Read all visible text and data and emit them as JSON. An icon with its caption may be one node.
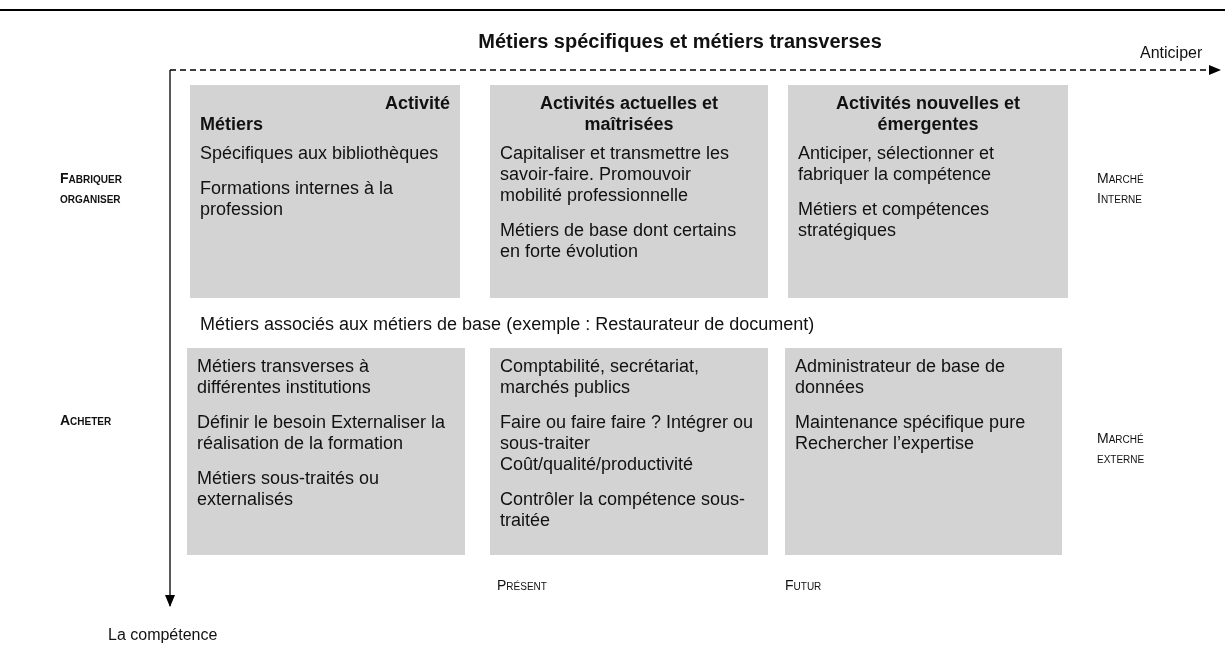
{
  "diagram": {
    "title": "Métiers spécifiques et métiers transverses",
    "nodes": [
      {
        "text": [
          "Activité",
          "Métiers",
          "Spécifiques aux bibliothèques",
          "Formations internes à la profession"
        ]
      },
      {
        "text": [
          "Activités actuelles et maîtrisées",
          "Capitaliser et transmettre les savoir-faire. Promouvoir mobilité professionnelle",
          "Métiers de base dont certains en forte évolution"
        ]
      },
      {
        "text": [
          "Activités nouvelles et émergentes",
          "Anticiper, sélectionner et fabriquer la compétence",
          "Métiers et compétences stratégiques"
        ]
      },
      {
        "text": [
          "Métiers transverses à différentes institutions",
          "Définir le besoin Externaliser la réalisation de la formation",
          "Métiers sous-traités ou externalisés"
        ]
      },
      {
        "text": [
          "Comptabilité, secrétariat, marchés publics",
          "Faire ou faire faire ? Intégrer ou sous-traiter Coût/qualité/productivité",
          "Contrôler la compétence sous-traitée"
        ]
      },
      {
        "text": [
          "Administrateur de base de données",
          "Maintenance spécifique pure Rechercher l’expertise"
        ]
      }
    ],
    "labels": [
      "Anticiper",
      "Fabriquer organiser",
      "Marché Interne",
      "Métiers associés aux métiers de base (exemple : Restaurateur de document)",
      "Acheter",
      "Marché externe",
      "Présent",
      "Futur",
      "La compétence"
    ]
  }
}
